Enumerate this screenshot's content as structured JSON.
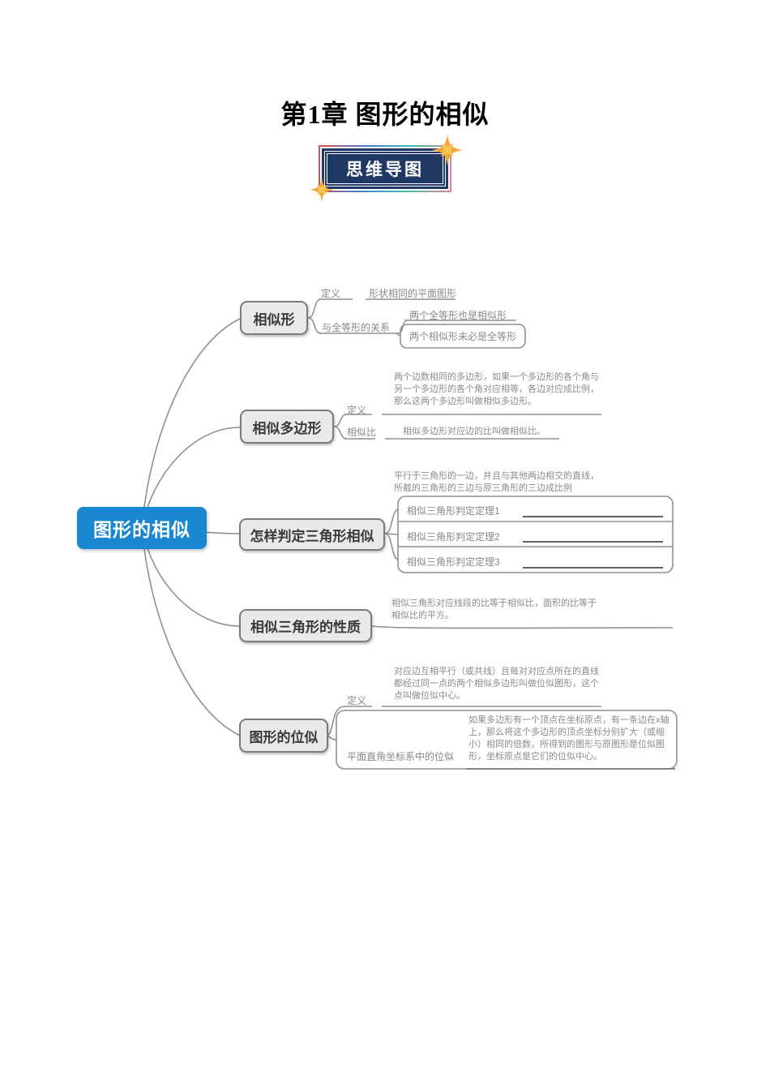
{
  "page": {
    "title": "第1章 图形的相似",
    "badge_label": "思维导图"
  },
  "colors": {
    "root_blue": "#1a87d2",
    "branch_grey": "#e9e9e9",
    "badge_navy": "#1f3864",
    "star_gold": "#f3a93a",
    "line_grey": "#909090"
  },
  "mindmap": {
    "root_label": "图形的相似",
    "b1": {
      "label": "相似形",
      "def_label": "定义",
      "def_text": "形状相同的平面图形",
      "rel_label": "与全等形的关系",
      "rel_child1": "两个全等形也是相似形",
      "rel_child2": "两个相似形未必是全等形"
    },
    "b2": {
      "label": "相似多边形",
      "def_label": "定义",
      "def_lines": [
        "两个边数相同的多边形，如果一个多边形的各个角与",
        "另一个多边形的各个角对应相等，各边对应成比例，",
        "那么这两个多边形叫做相似多边形。"
      ],
      "ratio_label": "相似比",
      "ratio_text": "相似多边形对应边的比叫做相似比。"
    },
    "b3": {
      "label": "怎样判定三角形相似",
      "intro_lines": [
        "平行于三角形的一边，并且与其他两边相交的直线，",
        "所截的三角形的三边与原三角形的三边成比例"
      ],
      "theorems": [
        "相似三角形判定定理1",
        "相似三角形判定定理2",
        "相似三角形判定定理3"
      ]
    },
    "b4": {
      "label": "相似三角形的性质",
      "text_lines": [
        "相似三角形对应线段的比等于相似比，面积的比等于",
        "相似比的平方。"
      ]
    },
    "b5": {
      "label": "图形的位似",
      "def_label": "定义",
      "def_lines": [
        "对应边互相平行（或共线）且每对对应点所在的直线",
        "都经过同一点的两个相似多边形叫做位似图形，这个",
        "点叫做位似中心。"
      ],
      "coord_label": "平面直角坐标系中的位似",
      "coord_lines": [
        "如果多边形有一个顶点在坐标原点，有一条边在x轴",
        "上，那么将这个多边形的顶点坐标分别扩大（或缩",
        "小）相同的倍数，所得到的图形与原图形是位似图",
        "形，坐标原点是它们的位似中心。"
      ]
    }
  }
}
